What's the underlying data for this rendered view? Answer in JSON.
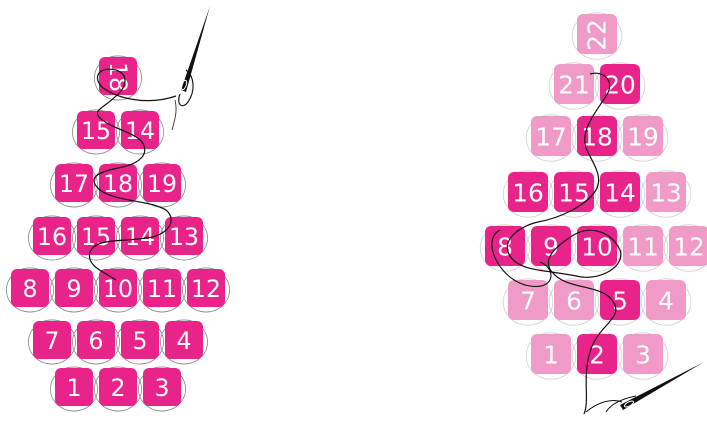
{
  "colors": {
    "bead_dark": "#e8238a",
    "bead_light": "#f09bc7",
    "bead_text": "#ffffff",
    "thread": "#111111",
    "faint_thread": "#cfcfcf"
  },
  "left_diagram": {
    "rows": [
      [
        "18"
      ],
      [
        "15",
        "14"
      ],
      [
        "17",
        "18",
        "19"
      ],
      [
        "16",
        "15",
        "14",
        "13"
      ],
      [
        "8",
        "9",
        "10",
        "11",
        "12"
      ],
      [
        "7",
        "6",
        "5",
        "4"
      ],
      [
        "1",
        "2",
        "3"
      ]
    ]
  },
  "right_diagram": {
    "rows": [
      [
        {
          "label": "22",
          "tone": "light"
        }
      ],
      [
        {
          "label": "21",
          "tone": "light"
        },
        {
          "label": "20",
          "tone": "dark"
        }
      ],
      [
        {
          "label": "17",
          "tone": "light"
        },
        {
          "label": "18",
          "tone": "dark"
        },
        {
          "label": "19",
          "tone": "light"
        }
      ],
      [
        {
          "label": "16",
          "tone": "dark"
        },
        {
          "label": "15",
          "tone": "dark"
        },
        {
          "label": "14",
          "tone": "dark"
        },
        {
          "label": "13",
          "tone": "light"
        }
      ],
      [
        {
          "label": "8",
          "tone": "dark"
        },
        {
          "label": "9",
          "tone": "dark"
        },
        {
          "label": "10",
          "tone": "dark"
        },
        {
          "label": "11",
          "tone": "light"
        },
        {
          "label": "12",
          "tone": "light"
        }
      ],
      [
        {
          "label": "7",
          "tone": "light"
        },
        {
          "label": "6",
          "tone": "light"
        },
        {
          "label": "5",
          "tone": "dark"
        },
        {
          "label": "4",
          "tone": "light"
        }
      ],
      [
        {
          "label": "1",
          "tone": "light"
        },
        {
          "label": "2",
          "tone": "dark"
        },
        {
          "label": "3",
          "tone": "light"
        }
      ]
    ]
  }
}
